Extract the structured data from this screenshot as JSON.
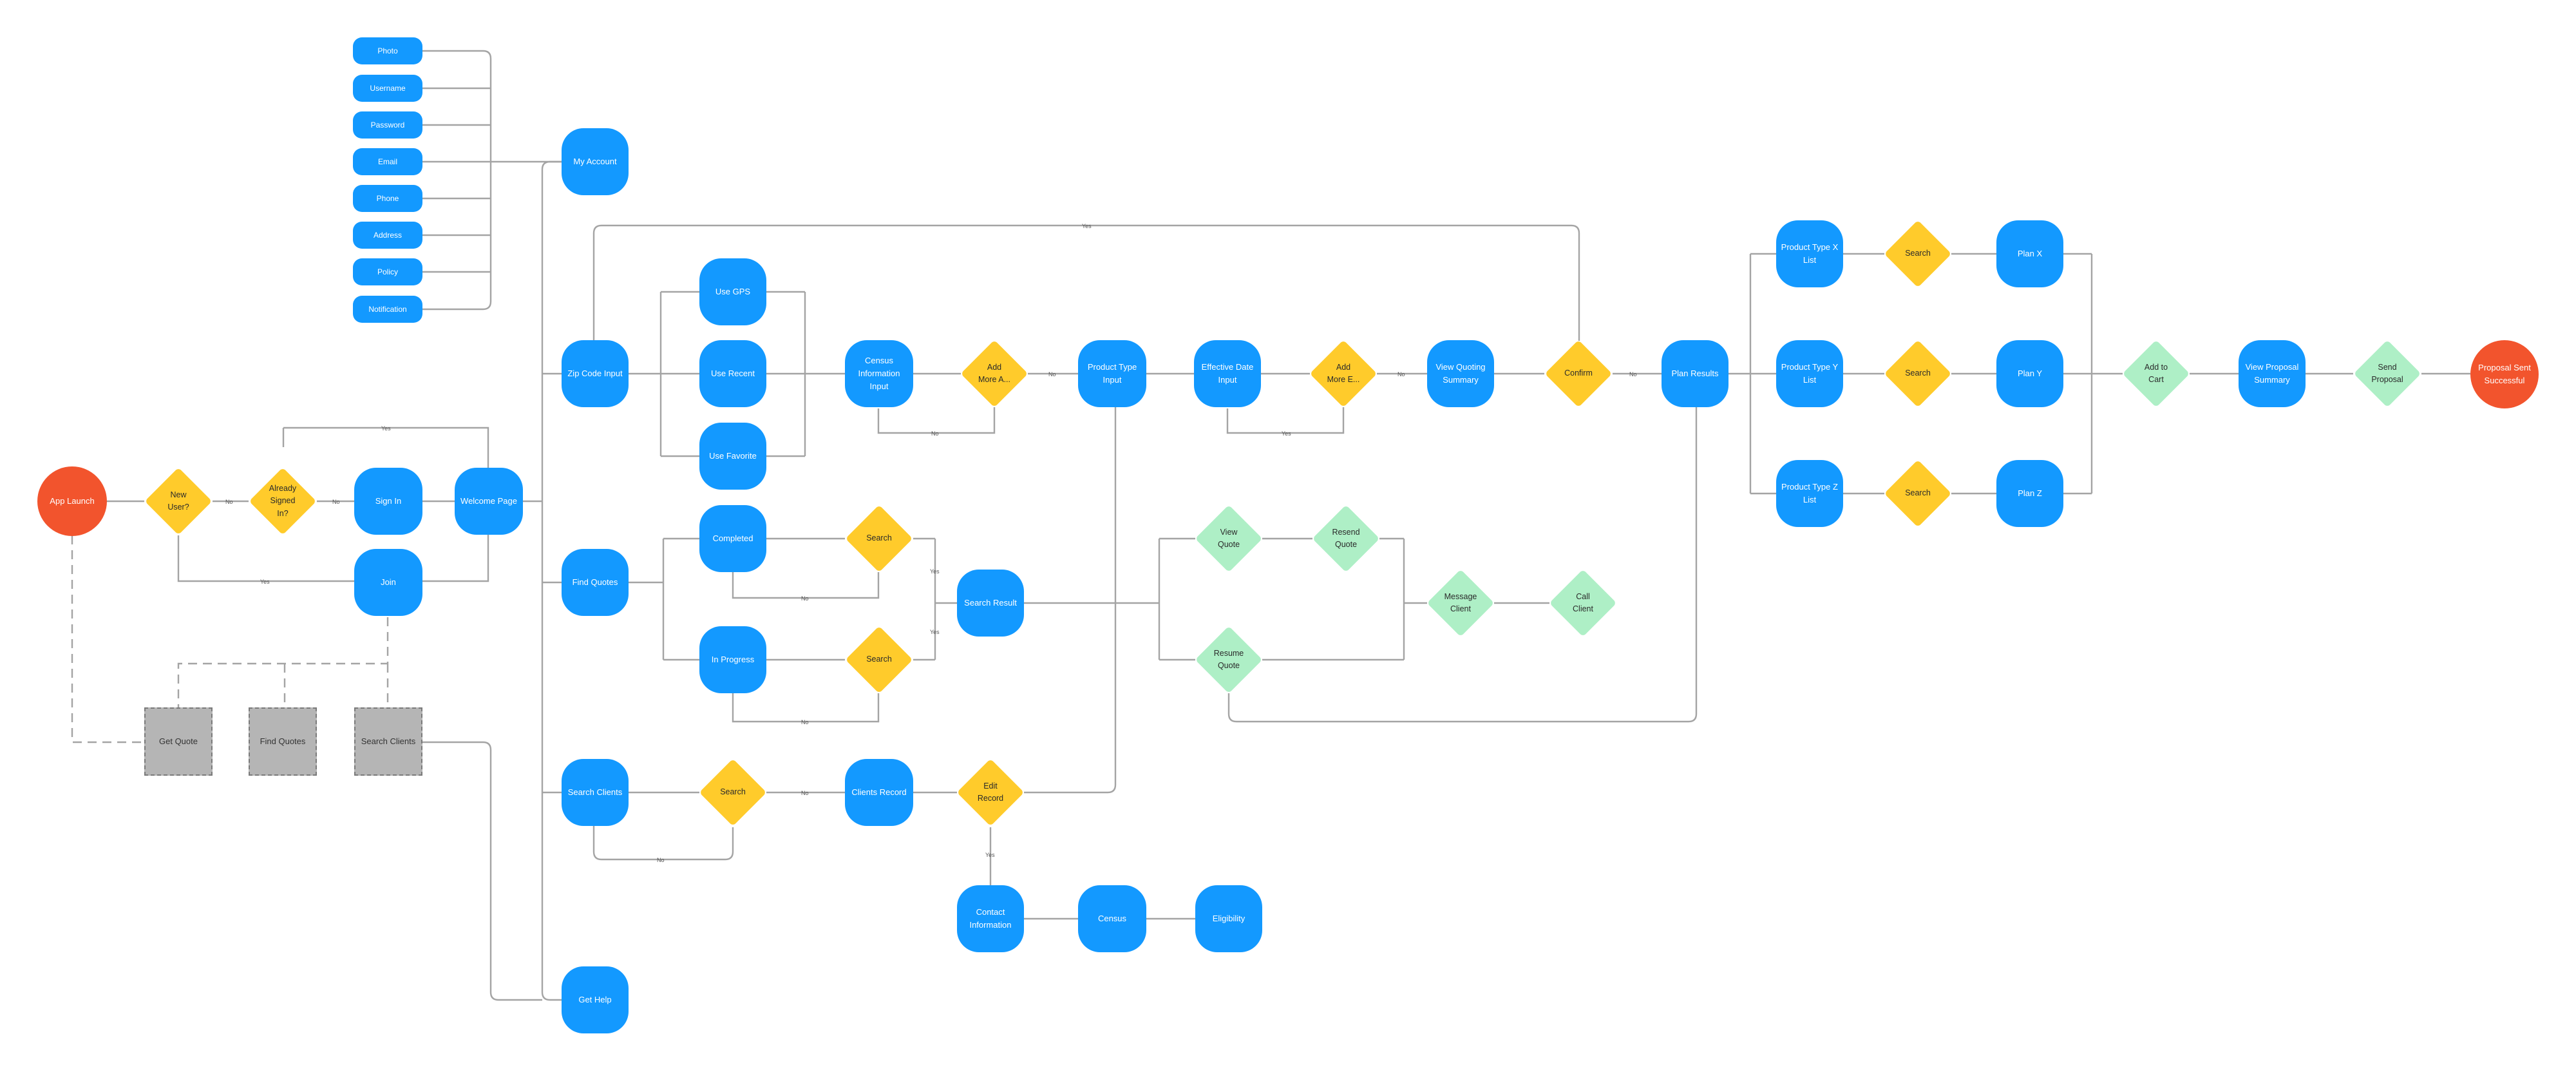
{
  "colors": {
    "primary_node": "#1399ff",
    "decision": "#ffcb2b",
    "action_green": "#aeefc6",
    "terminal": "#f2542d",
    "optional_gray": "#b5b5b5",
    "connector": "#a4a4a4"
  },
  "nodes": {
    "app_launch": "App Launch",
    "new_user": "New\nUser?",
    "already_signed_in": "Already\nSigned\nIn?",
    "sign_in": "Sign In",
    "join": "Join",
    "welcome_page": "Welcome Page",
    "photo": "Photo",
    "username": "Username",
    "password": "Password",
    "email": "Email",
    "phone": "Phone",
    "address": "Address",
    "policy": "Policy",
    "notification": "Notification",
    "my_account": "My Account",
    "zip_code_input": "Zip Code Input",
    "find_quotes": "Find Quotes",
    "search_clients": "Search Clients",
    "get_help": "Get Help",
    "get_quote_gray": "Get Quote",
    "find_quotes_gray": "Find Quotes",
    "search_clients_gray": "Search Clients",
    "use_gps": "Use GPS",
    "use_recent": "Use Recent",
    "use_favorite": "Use Favorite",
    "census_information_input": "Census\nInformation Input",
    "add_more_a": "Add\nMore A...",
    "product_type_input": "Product Type\nInput",
    "effective_date_input": "Effective Date\nInput",
    "add_more_e": "Add\nMore E...",
    "view_quoting_summary": "View Quoting\nSummary",
    "confirm": "Confirm",
    "plan_results": "Plan Results",
    "product_type_x_list": "Product Type X\nList",
    "product_type_y_list": "Product Type Y\nList",
    "product_type_z_list": "Product Type Z\nList",
    "search_x": "Search",
    "search_y": "Search",
    "search_z": "Search",
    "plan_x": "Plan X",
    "plan_y": "Plan Y",
    "plan_z": "Plan Z",
    "add_to_cart": "Add to\nCart",
    "view_proposal_summary": "View Proposal\nSummary",
    "send_proposal": "Send\nProposal",
    "proposal_sent_successful": "Proposal Sent\nSuccessful",
    "completed": "Completed",
    "in_progress": "In Progress",
    "search_completed": "Search",
    "search_in_progress": "Search",
    "search_result": "Search Result",
    "view_quote": "View\nQuote",
    "resend_quote": "Resend\nQuote",
    "resume_quote": "Resume\nQuote",
    "message_client": "Message\nClient",
    "call_client": "Call\nClient",
    "search_clients_decision": "Search",
    "clients_record": "Clients Record",
    "edit_record": "Edit\nRecord",
    "contact_information": "Contact\nInformation",
    "census": "Census",
    "eligibility": "Eligibility"
  },
  "edge_labels": [
    "No",
    "Yes",
    "No",
    "Yes",
    "Yes",
    "No",
    "No",
    "No",
    "Yes",
    "No",
    "No",
    "Yes",
    "No",
    "Yes",
    "No",
    "No",
    "Yes"
  ]
}
